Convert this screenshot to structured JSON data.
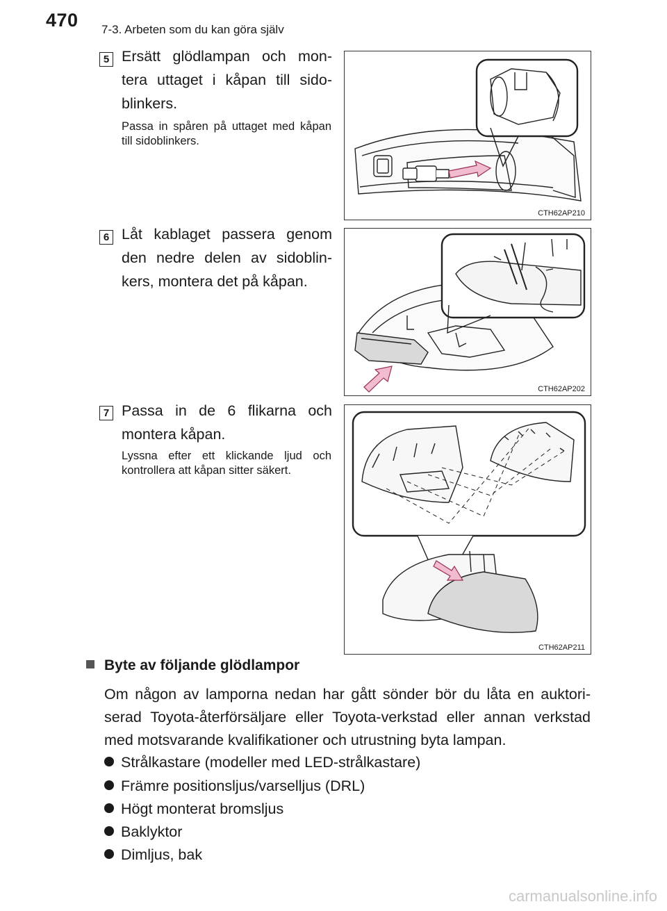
{
  "header": {
    "page_number": "470",
    "chapter": "7-3. Arbeten som du kan göra själv"
  },
  "steps": [
    {
      "number": "5",
      "text": "Ersätt glödlampan och mon-tera uttaget i kåpan till sido-blinkers.",
      "note": "Passa in spåren på uttaget med kåpan till sidoblinkers.",
      "figure_code": "CTH62AP210"
    },
    {
      "number": "6",
      "text": "Låt kablaget passera genom den nedre delen av sidoblin-kers, montera det på kåpan.",
      "note": "",
      "figure_code": "CTH62AP202"
    },
    {
      "number": "7",
      "text": "Passa in de 6 flikarna och montera kåpan.",
      "note": "Lyssna efter ett klickande ljud och kontrollera att kåpan sitter säkert.",
      "figure_code": "CTH62AP211"
    }
  ],
  "section": {
    "title": "Byte av följande glödlampor",
    "paragraph": "Om någon av lamporna nedan har gått sönder bör du låta en auktori-serad Toyota-återförsäljare eller Toyota-verkstad eller annan verkstad med motsvarande kvalifikationer och utrustning byta lampan.",
    "bullets": [
      "Strålkastare (modeller med LED-strålkastare)",
      "Främre positionsljus/varselljus (DRL)",
      "Högt monterat bromsljus",
      "Baklyktor",
      "Dimljus, bak"
    ]
  },
  "watermark": "carmanualsonline.info",
  "colors": {
    "text": "#1a1a1a",
    "arrow_fill": "#f2bcd0",
    "arrow_stroke": "#9a2f55",
    "cover_fill": "#d9d9d9"
  }
}
